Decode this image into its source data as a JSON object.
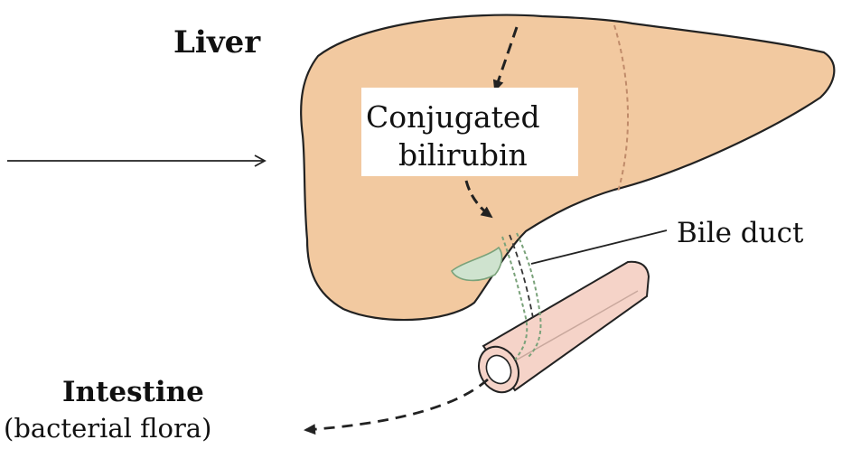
{
  "labels": {
    "organ": "Liver",
    "compound_line1": "Conjugated",
    "compound_line2": "bilirubin",
    "duct": "Bile duct",
    "destination_line1": "Intestine",
    "destination_line2": "(bacterial flora)"
  },
  "colors": {
    "liver_fill": "#f2c9a0",
    "gallbladder_fill": "#cfe3cf",
    "intestine_fill": "#f5d3c8",
    "outline": "#222222",
    "label_box": "#ffffff"
  }
}
